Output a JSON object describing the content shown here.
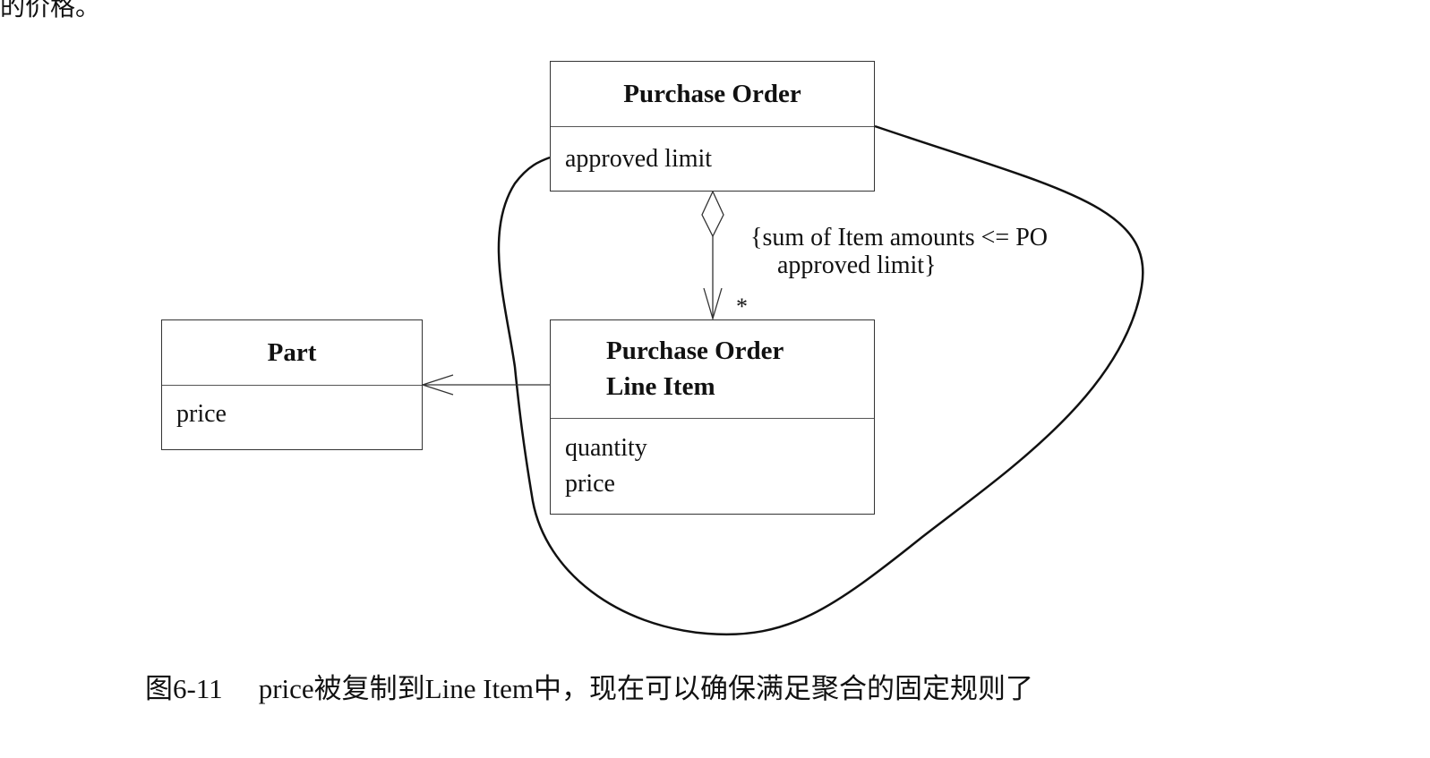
{
  "top_fragment": "的价格。",
  "classes": {
    "purchase_order": {
      "name": "Purchase Order",
      "attributes": [
        "approved limit"
      ]
    },
    "line_item": {
      "name_line1": "Purchase Order",
      "name_line2": "Line Item",
      "attributes": [
        "quantity",
        "price"
      ]
    },
    "part": {
      "name": "Part",
      "attributes": [
        "price"
      ]
    }
  },
  "constraint": {
    "line1": "{sum of Item amounts <= PO",
    "line2": "approved limit}"
  },
  "multiplicity": "*",
  "caption": {
    "number": "图6-11",
    "text": "price被复制到Line Item中，现在可以确保满足聚合的固定规则了"
  }
}
